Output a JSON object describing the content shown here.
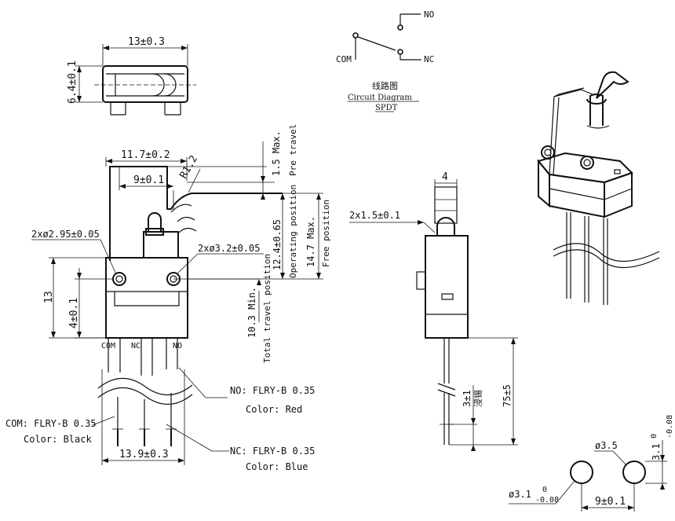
{
  "circuit": {
    "no": "NO",
    "com": "COM",
    "nc": "NC",
    "title_cn": "线路图",
    "title_en": "Circuit Diagram",
    "type": "SPDT"
  },
  "top_view": {
    "width": "13±0.3",
    "height": "6.4±0.1"
  },
  "front_view": {
    "width_total": "11.7±0.2",
    "hole_spacing": "9±0.1",
    "radius": "R1.2",
    "hole_left": "2xø2.95±0.05",
    "hole_right": "2xø3.2±0.05",
    "height_left": "13",
    "hole_height": "4±0.1",
    "pre_travel": "1.5 Max.",
    "pre_travel_label": "Pre travel",
    "operating": "12.4±0.65",
    "operating_label": "Operating position",
    "free": "14.7 Max.",
    "free_label": "Free position",
    "total_travel": "10.3 Min.",
    "total_travel_label": "Total travel position",
    "pin_com": "COM",
    "pin_nc": "NC",
    "pin_no": "NO",
    "bottom_width": "13.9±0.3"
  },
  "wires": {
    "no_spec": "NO: FLRY-B 0.35",
    "no_color": "Color: Red",
    "com_spec": "COM: FLRY-B 0.35",
    "com_color": "Color: Black",
    "nc_spec": "NC: FLRY-B 0.35",
    "nc_color": "Color: Blue"
  },
  "side_view": {
    "width": "4",
    "slot": "2x1.5±0.1",
    "strip": "3±1",
    "strip_cn": "浸锡",
    "length": "75±5"
  },
  "hole_pattern": {
    "hole_dia": "ø3.5",
    "pin_dia": "ø3.1",
    "pin_tol_upper": "0",
    "pin_tol_lower": "-0.08",
    "spacing": "9±0.1",
    "height": "3.1",
    "height_tol_upper": "0",
    "height_tol_lower": "-0.08"
  }
}
